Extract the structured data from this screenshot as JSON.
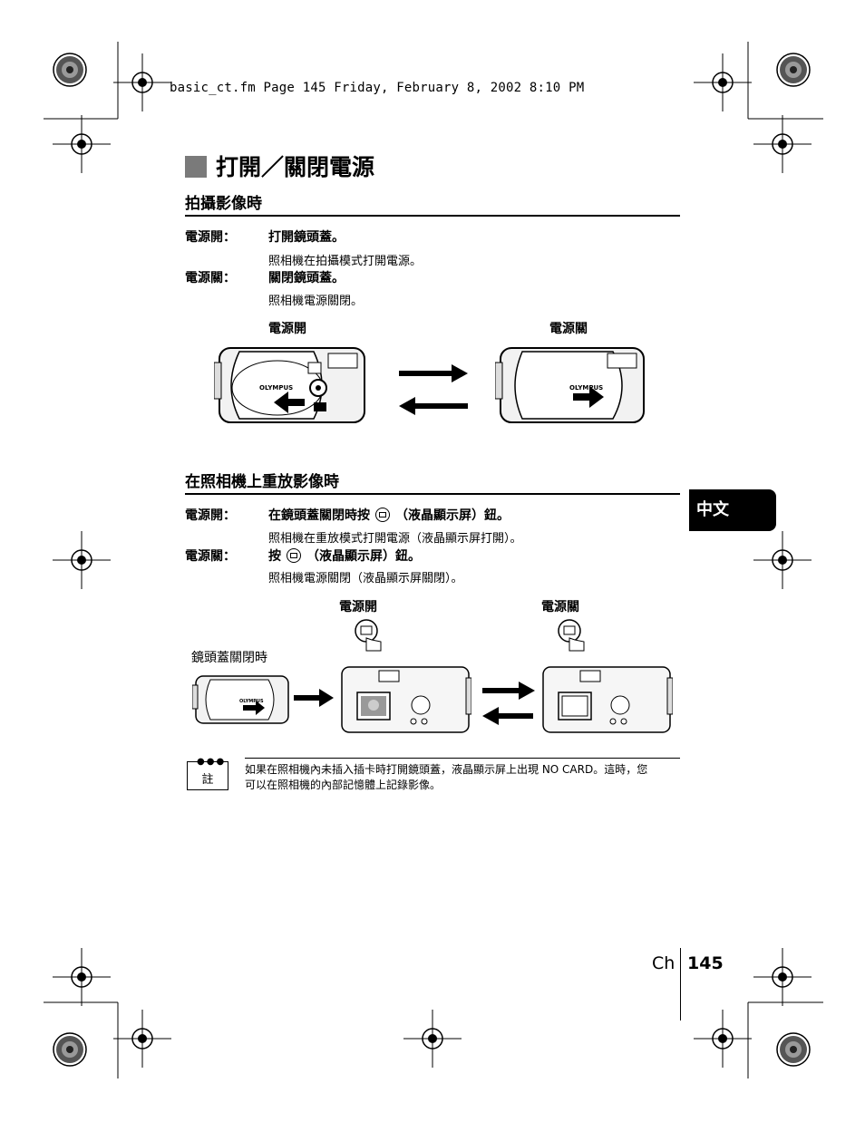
{
  "header": {
    "text": "basic_ct.fm  Page 145  Friday, February 8, 2002  8:10 PM"
  },
  "section": {
    "title": "打開／關閉電源"
  },
  "photo": {
    "title": "拍攝影像時",
    "on_label": "電源開：",
    "on_action": "打開鏡頭蓋。",
    "on_result": "照相機在拍攝模式打開電源。",
    "off_label": "電源關：",
    "off_action": "關閉鏡頭蓋。",
    "off_result": "照相機電源關閉。",
    "cap_on": "電源開",
    "cap_off": "電源關",
    "brand": "OLYMPUS"
  },
  "playback": {
    "title": "在照相機上重放影像時",
    "on_label": "電源開：",
    "on_action_a": "在鏡頭蓋關閉時按",
    "on_action_b": "（液晶顯示屏）鈕。",
    "on_result": "照相機在重放模式打開電源（液晶顯示屏打開）。",
    "off_label": "電源關：",
    "off_action_a": "按",
    "off_action_b": "（液晶顯示屏）鈕。",
    "off_result": "照相機電源關閉（液晶顯示屏關閉）。",
    "cap_on": "電源開",
    "cap_off": "電源關",
    "closed_caption": "鏡頭蓋關閉時",
    "brand": "OLYMPUS"
  },
  "tab": {
    "label": "中文"
  },
  "note": {
    "icon_label": "註",
    "line1": "如果在照相機內未插入插卡時打開鏡頭蓋，液晶顯示屏上出現 NO CARD。這時，您",
    "line2": "可以在照相機的內部記憶體上記錄影像。"
  },
  "footer": {
    "ch": "Ch",
    "page": "145"
  }
}
